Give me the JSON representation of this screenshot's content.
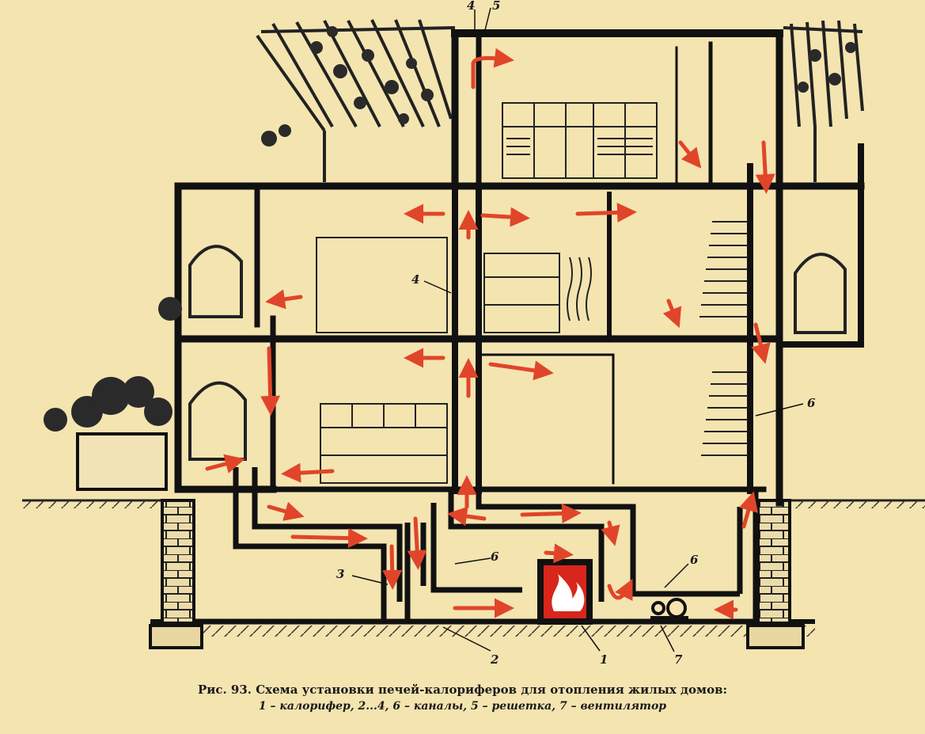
{
  "labels": {
    "calorifer": "1",
    "channel_bottom": "2",
    "channel_3": "3",
    "channel_4_top": "4",
    "channel_4_mid": "4",
    "grate": "5",
    "channel_6_left": "6",
    "channel_6_right": "6",
    "channel_6_wall": "6",
    "fan": "7"
  },
  "caption": {
    "line1": "Рис. 93. Схема установки печей-калориферов для отопления жилых домов:",
    "line2": "1 – калорифер, 2...4, 6 – каналы, 5 – решетка, 7 – вентилятор"
  },
  "colors": {
    "wall": "#111111",
    "arrow": "#e0452a",
    "fire": "#d8261c",
    "paper": "#f4e4b0",
    "brick": "#e9d7a2"
  }
}
